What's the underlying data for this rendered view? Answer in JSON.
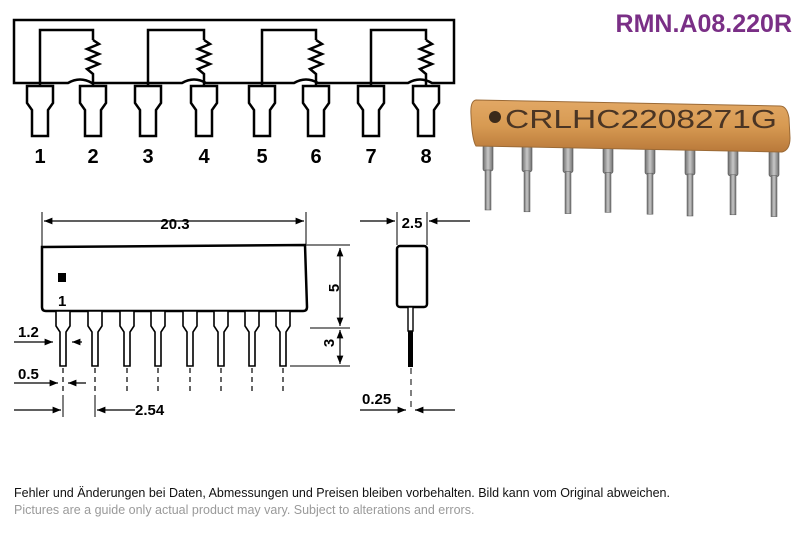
{
  "product_code": "RMN.A08.220R",
  "pin_numbers": [
    "1",
    "2",
    "3",
    "4",
    "5",
    "6",
    "7",
    "8"
  ],
  "component_marking": "CRLHC2208271G",
  "dimensions": {
    "length": "20.3",
    "body_height": "5",
    "lead_length": "3",
    "lead_width_shoulder": "1.2",
    "lead_width": "0.5",
    "pitch": "2.54",
    "thickness": "2.5",
    "lead_thickness": "0.25"
  },
  "pin1_mark": "1",
  "notes": {
    "de": "Fehler und Änderungen bei Daten, Abmessungen und Preisen bleiben vorbehalten. Bild kann vom Original abweichen.",
    "en": "Pictures are a guide only actual product may vary. Subject to alterations and errors."
  },
  "colors": {
    "title": "#7a2f86",
    "body_orange": "#d79a52",
    "lead_gray": "#8c8c8c"
  }
}
